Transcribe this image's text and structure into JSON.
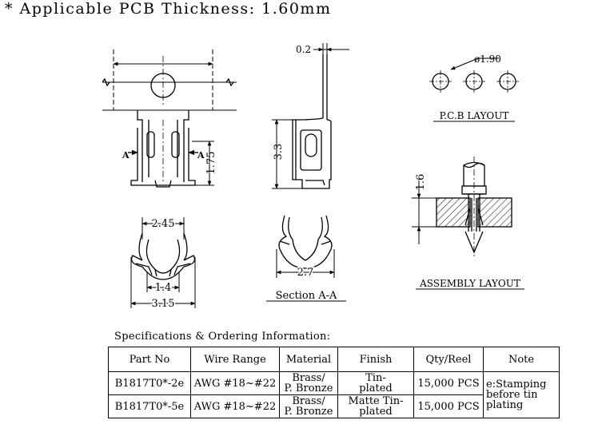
{
  "title": "* Applicable PCB Thickness: 1.60mm",
  "dims": {
    "top_thickness": "0.2",
    "side_height": "3.3",
    "front_height": "1.75",
    "top_width": "2.45",
    "inner_width": "1.4",
    "outer_width": "3.15",
    "section_width": "2.7",
    "assembly_height": "1.6",
    "hole_diameter": "ø1.90"
  },
  "labels": {
    "section_marker": "A",
    "pcb_layout": "P.C.B LAYOUT",
    "assembly_layout": "ASSEMBLY LAYOUT",
    "section": "Section A-A"
  },
  "spec": {
    "caption": "Specifications & Ordering Information:",
    "headers": [
      "Part No",
      "Wire Range",
      "Material",
      "Finish",
      "Qty/Reel",
      "Note"
    ],
    "rows": [
      {
        "part_no": "B1817T0*-2e",
        "wire_range": "AWG #18~#22",
        "material": "Brass/\nP. Bronze",
        "finish": "Tin-\nplated",
        "qty": "15,000 PCS"
      },
      {
        "part_no": "B1817T0*-5e",
        "wire_range": "AWG #18~#22",
        "material": "Brass/\nP. Bronze",
        "finish": "Matte Tin-\nplated",
        "qty": "15,000 PCS"
      }
    ],
    "note": "e:Stamping\n  before tin\n  plating"
  }
}
